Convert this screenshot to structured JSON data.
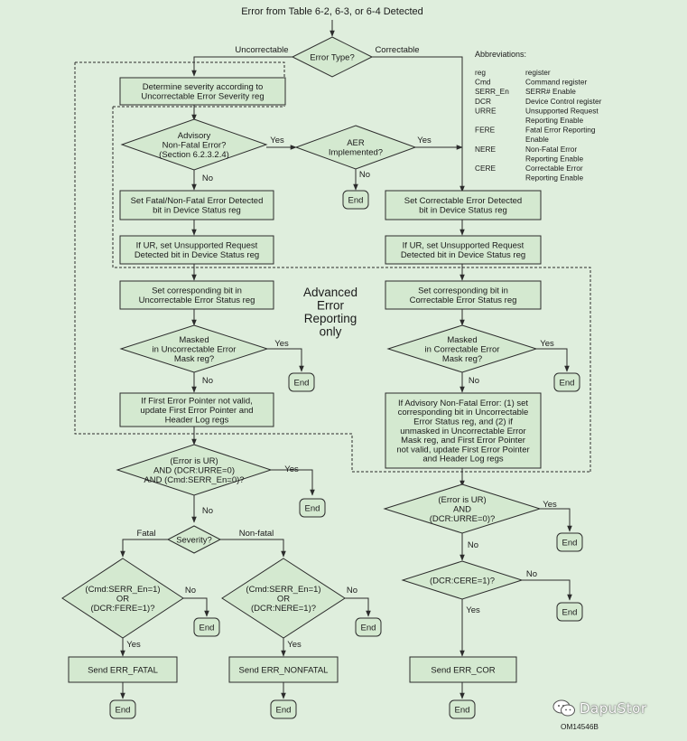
{
  "title": "Error from Table 6-2, 6-3, or 6-4 Detected",
  "labels": {
    "uncorrectable": "Uncorrectable",
    "correctable": "Correctable",
    "yes": "Yes",
    "no": "No",
    "fatal": "Fatal",
    "nonfatal": "Non-fatal",
    "end": "End"
  },
  "aer_note": [
    "Advanced",
    "Error",
    "Reporting",
    "only"
  ],
  "decisions": {
    "error_type": [
      "Error Type?"
    ],
    "advisory": [
      "Advisory",
      "Non-Fatal Error?",
      "(Section 6.2.3.2.4)"
    ],
    "aer_impl": [
      "AER",
      "Implemented?"
    ],
    "masked_unc": [
      "Masked",
      "in Uncorrectable Error",
      "Mask reg?"
    ],
    "masked_cor": [
      "Masked",
      "in Correctable Error",
      "Mask reg?"
    ],
    "ur_serr": [
      "(Error is UR)",
      "AND (DCR:URRE=0)",
      "AND (Cmd:SERR_En=0)?"
    ],
    "severity": [
      "Severity?"
    ],
    "fatal_check": [
      "(Cmd:SERR_En=1)",
      "OR",
      "(DCR:FERE=1)?"
    ],
    "nonfatal_check": [
      "(Cmd:SERR_En=1)",
      "OR",
      "(DCR:NERE=1)?"
    ],
    "ur_cor": [
      "(Error is UR)",
      "AND",
      "(DCR:URRE=0)?"
    ],
    "cere": [
      "(DCR:CERE=1)?"
    ]
  },
  "boxes": {
    "determine": [
      "Determine severity according to",
      "Uncorrectable Error Severity reg"
    ],
    "set_fatal": [
      "Set Fatal/Non-Fatal Error Detected",
      "bit in Device Status reg"
    ],
    "set_cor": [
      "Set Correctable Error Detected",
      "bit in Device Status reg"
    ],
    "ur_left": [
      "If UR, set Unsupported Request",
      "Detected bit in Device Status reg"
    ],
    "ur_right": [
      "If UR, set Unsupported Request",
      "Detected bit in Device Status reg"
    ],
    "unc_status": [
      "Set corresponding bit in",
      "Uncorrectable Error Status reg"
    ],
    "cor_status": [
      "Set corresponding bit in",
      "Correctable Error Status reg"
    ],
    "first_err": [
      "If First Error Pointer not valid,",
      "update First Error Pointer and",
      "Header Log regs"
    ],
    "advisory_box": [
      "If Advisory Non-Fatal Error: (1) set",
      "corresponding bit in Uncorrectable",
      "Error Status reg, and (2) if",
      "unmasked in Uncorrectable Error",
      "Mask reg, and First Error Pointer",
      "not valid, update First Error Pointer",
      "and Header Log regs"
    ],
    "send_fatal": [
      "Send ERR_FATAL"
    ],
    "send_nonfatal": [
      "Send ERR_NONFATAL"
    ],
    "send_cor": [
      "Send ERR_COR"
    ]
  },
  "abbreviations": {
    "heading": "Abbreviations:",
    "items": [
      {
        "abbr": "reg",
        "meaning": [
          "register"
        ]
      },
      {
        "abbr": "Cmd",
        "meaning": [
          "Command register"
        ]
      },
      {
        "abbr": "SERR_En",
        "meaning": [
          "SERR# Enable"
        ]
      },
      {
        "abbr": "DCR",
        "meaning": [
          "Device Control register"
        ]
      },
      {
        "abbr": "URRE",
        "meaning": [
          "Unsupported Request",
          "Reporting Enable"
        ]
      },
      {
        "abbr": "FERE",
        "meaning": [
          "Fatal Error Reporting",
          "Enable"
        ]
      },
      {
        "abbr": "NERE",
        "meaning": [
          "Non-Fatal Error",
          "Reporting Enable"
        ]
      },
      {
        "abbr": "CERE",
        "meaning": [
          "Correctable Error",
          "Reporting Enable"
        ]
      }
    ]
  },
  "figure_id": "OM14546B",
  "watermark": {
    "text": "DapuStor",
    "icon": "wechat-icon"
  }
}
